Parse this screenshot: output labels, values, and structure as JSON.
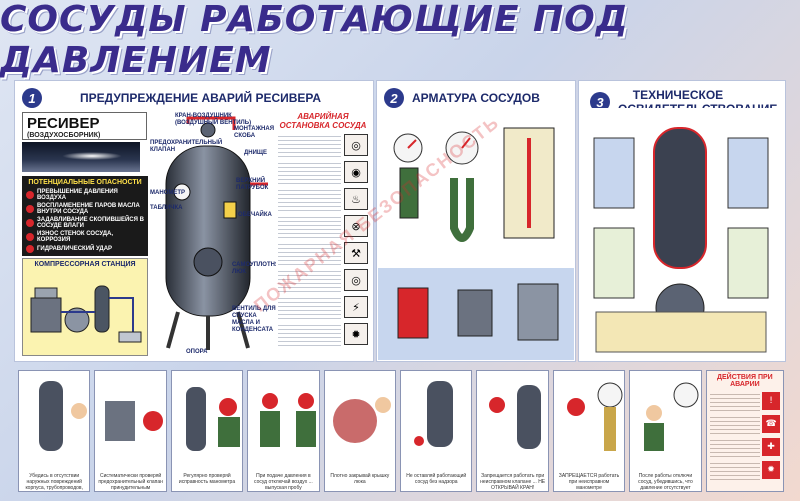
{
  "title": "СОСУДЫ РАБОТАЮЩИЕ ПОД ДАВЛЕНИЕМ",
  "sections": [
    {
      "num": "1",
      "label": "ПРЕДУПРЕЖДЕНИЕ АВАРИЙ РЕСИВЕРА"
    },
    {
      "num": "2",
      "label": "АРМАТУРА СОСУДОВ"
    },
    {
      "num": "3",
      "label": "ТЕХНИЧЕСКОЕ ОСВИДЕТЕЛЬСТВОВАНИЕ"
    }
  ],
  "receiver": {
    "title": "РЕСИВЕР",
    "subtitle": "(ВОЗДУХОСБОРНИК)"
  },
  "dangers": {
    "heading": "ПОТЕНЦИАЛЬНЫЕ ОПАСНОСТИ",
    "items": [
      "ПРЕВЫШЕНИЕ ДАВЛЕНИЯ ВОЗДУХА",
      "ВОСПЛАМЕНЕНИЕ ПАРОВ МАСЛА ВНУТРИ СОСУДА",
      "ЗАДАВЛИВАНИЕ СКОПИВШЕЙСЯ В СОСУДЕ ВЛАГИ",
      "ИЗНОС СТЕНОК СОСУДА, КОРРОЗИЯ",
      "ГИДРАВЛИЧЕСКИЙ УДАР"
    ]
  },
  "compressor_station": "КОМПРЕССОРНАЯ СТАНЦИЯ",
  "vessel_labels": {
    "crane": "КРАН-ВОЗДУШНИК (ВОЗДУШНЫЙ ВЕНТИЛЬ)",
    "mount_pipe": "МОНТАЖНАЯ СКОБА",
    "valve": "ПРЕДОХРАНИТЕЛЬНЫЙ КЛАПАН",
    "manometer": "МАНОМЕТР",
    "plate": "ТАБЛИЧКА",
    "bottom": "ДНИЩЕ",
    "hatch": "ВЕРХНИЙ ПАТРУБОК",
    "shell": "ОБЕЧАЙКА",
    "lug": "САМОУПЛОТНЯЮЩИЙСЯ ЛЮК",
    "drain": "ВЕНТИЛЬ ДЛЯ СПУСКА МАСЛА И КОНДЕНСАТА",
    "support": "ОПОРА"
  },
  "emergency_stop": {
    "heading": "АВАРИЙНАЯ ОСТАНОВКА СОСУДА",
    "icons": [
      "gauge-icon",
      "gauge-icon",
      "flame-icon",
      "valve-icon",
      "tool-icon",
      "gauge-icon",
      "crack-icon",
      "fire-icon"
    ]
  },
  "strip_cards": [
    {
      "caption": "Убедись в отсутствии наружных повреждений корпуса, трубопроводов, арматуры"
    },
    {
      "caption": "Систематически проверяй предохранительный клапан принудительным открыванием"
    },
    {
      "caption": "Регулярно проверяй исправность манометра"
    },
    {
      "caption": "При подаче давления в сосуд отключай воздух ... выпуская пробу"
    },
    {
      "caption": "Плотно закрывай крышку люка"
    },
    {
      "caption": "Не оставляй работающий сосуд без надзора"
    },
    {
      "caption": "Запрещается работать при неисправном клапане ... НЕ ОТКРЫВАЙ КРАН!"
    },
    {
      "caption": "ЗАПРЕЩАЕТСЯ работать при неисправном манометре"
    },
    {
      "caption": "После работы отключи сосуд, убедившись, что давление отсутствует"
    }
  ],
  "actions": {
    "heading": "ДЕЙСТВИЯ ПРИ АВАРИИ",
    "rows": [
      "",
      "",
      "",
      ""
    ]
  },
  "watermark": "ПОЖАРНАЯ БЕЗОПАСНОСТЬ",
  "colors": {
    "accent": "#d7262b",
    "title": "#3a2c8c",
    "heading": "#1d2a6b"
  }
}
